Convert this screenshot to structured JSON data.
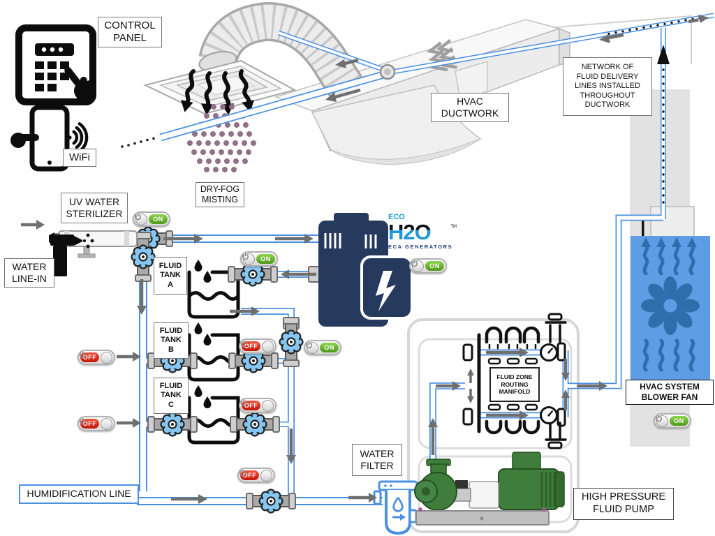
{
  "labels": {
    "control_panel": "CONTROL\nPANEL",
    "wifi": "WiFi",
    "hvac_ductwork": "HVAC\nDUCTWORK",
    "network_note": "NETWORK OF\nFLUID DELIVERY\nLINES INSTALLED\nTHROUGHOUT\nDUCTWORK",
    "dry_fog": "DRY-FOG\nMISTING",
    "uv_sterilizer": "UV WATER\nSTERILIZER",
    "water_line_in": "WATER\nLINE-IN",
    "tank_a": "FLUID\nTANK\nA",
    "tank_b": "FLUID\nTANK\nB",
    "tank_c": "FLUID\nTANK\nC",
    "humidification_line": "HUMIDIFICATION LINE",
    "water_filter": "WATER\nFILTER",
    "manifold": "FLUID ZONE\nROUTING\nMANIFOLD",
    "blower_fan": "HVAC SYSTEM\nBLOWER FAN",
    "high_pressure_pump": "HIGH PRESSURE\nFLUID PUMP"
  },
  "logo": {
    "eco": "ECO",
    "h2o": "H2O",
    "tm": "TM",
    "sub": "ECA GENERATORS"
  },
  "toggles": [
    {
      "name": "uv-sterilizer-power",
      "state": "ON",
      "label": "ON"
    },
    {
      "name": "tank-a-return-power",
      "state": "ON",
      "label": "ON"
    },
    {
      "name": "eca-generator-power",
      "state": "ON",
      "label": "ON"
    },
    {
      "name": "tank-drain-valve-power",
      "state": "ON",
      "label": "ON"
    },
    {
      "name": "tank-b-outlet-power",
      "state": "OFF",
      "label": "OFF"
    },
    {
      "name": "tank-b-inlet-power",
      "state": "OFF",
      "label": "OFF"
    },
    {
      "name": "tank-c-outlet-power",
      "state": "OFF",
      "label": "OFF"
    },
    {
      "name": "tank-c-inlet-power",
      "state": "OFF",
      "label": "OFF"
    },
    {
      "name": "humidification-valve-power",
      "state": "OFF",
      "label": "OFF"
    },
    {
      "name": "blower-fan-power",
      "state": "ON",
      "label": "ON"
    }
  ],
  "colors": {
    "pipe_blue": "#4a90e2",
    "valve_blue": "#85c6f2",
    "generator_navy": "#263a5e",
    "toggle_on_green": "#5aa921",
    "toggle_off_red": "#e1271c",
    "fan_light_blue": "#5e9de4",
    "fan_dark_blue": "#2f6dad",
    "pump_green": "#3e7d3c",
    "fog_dot": "#91708a"
  }
}
